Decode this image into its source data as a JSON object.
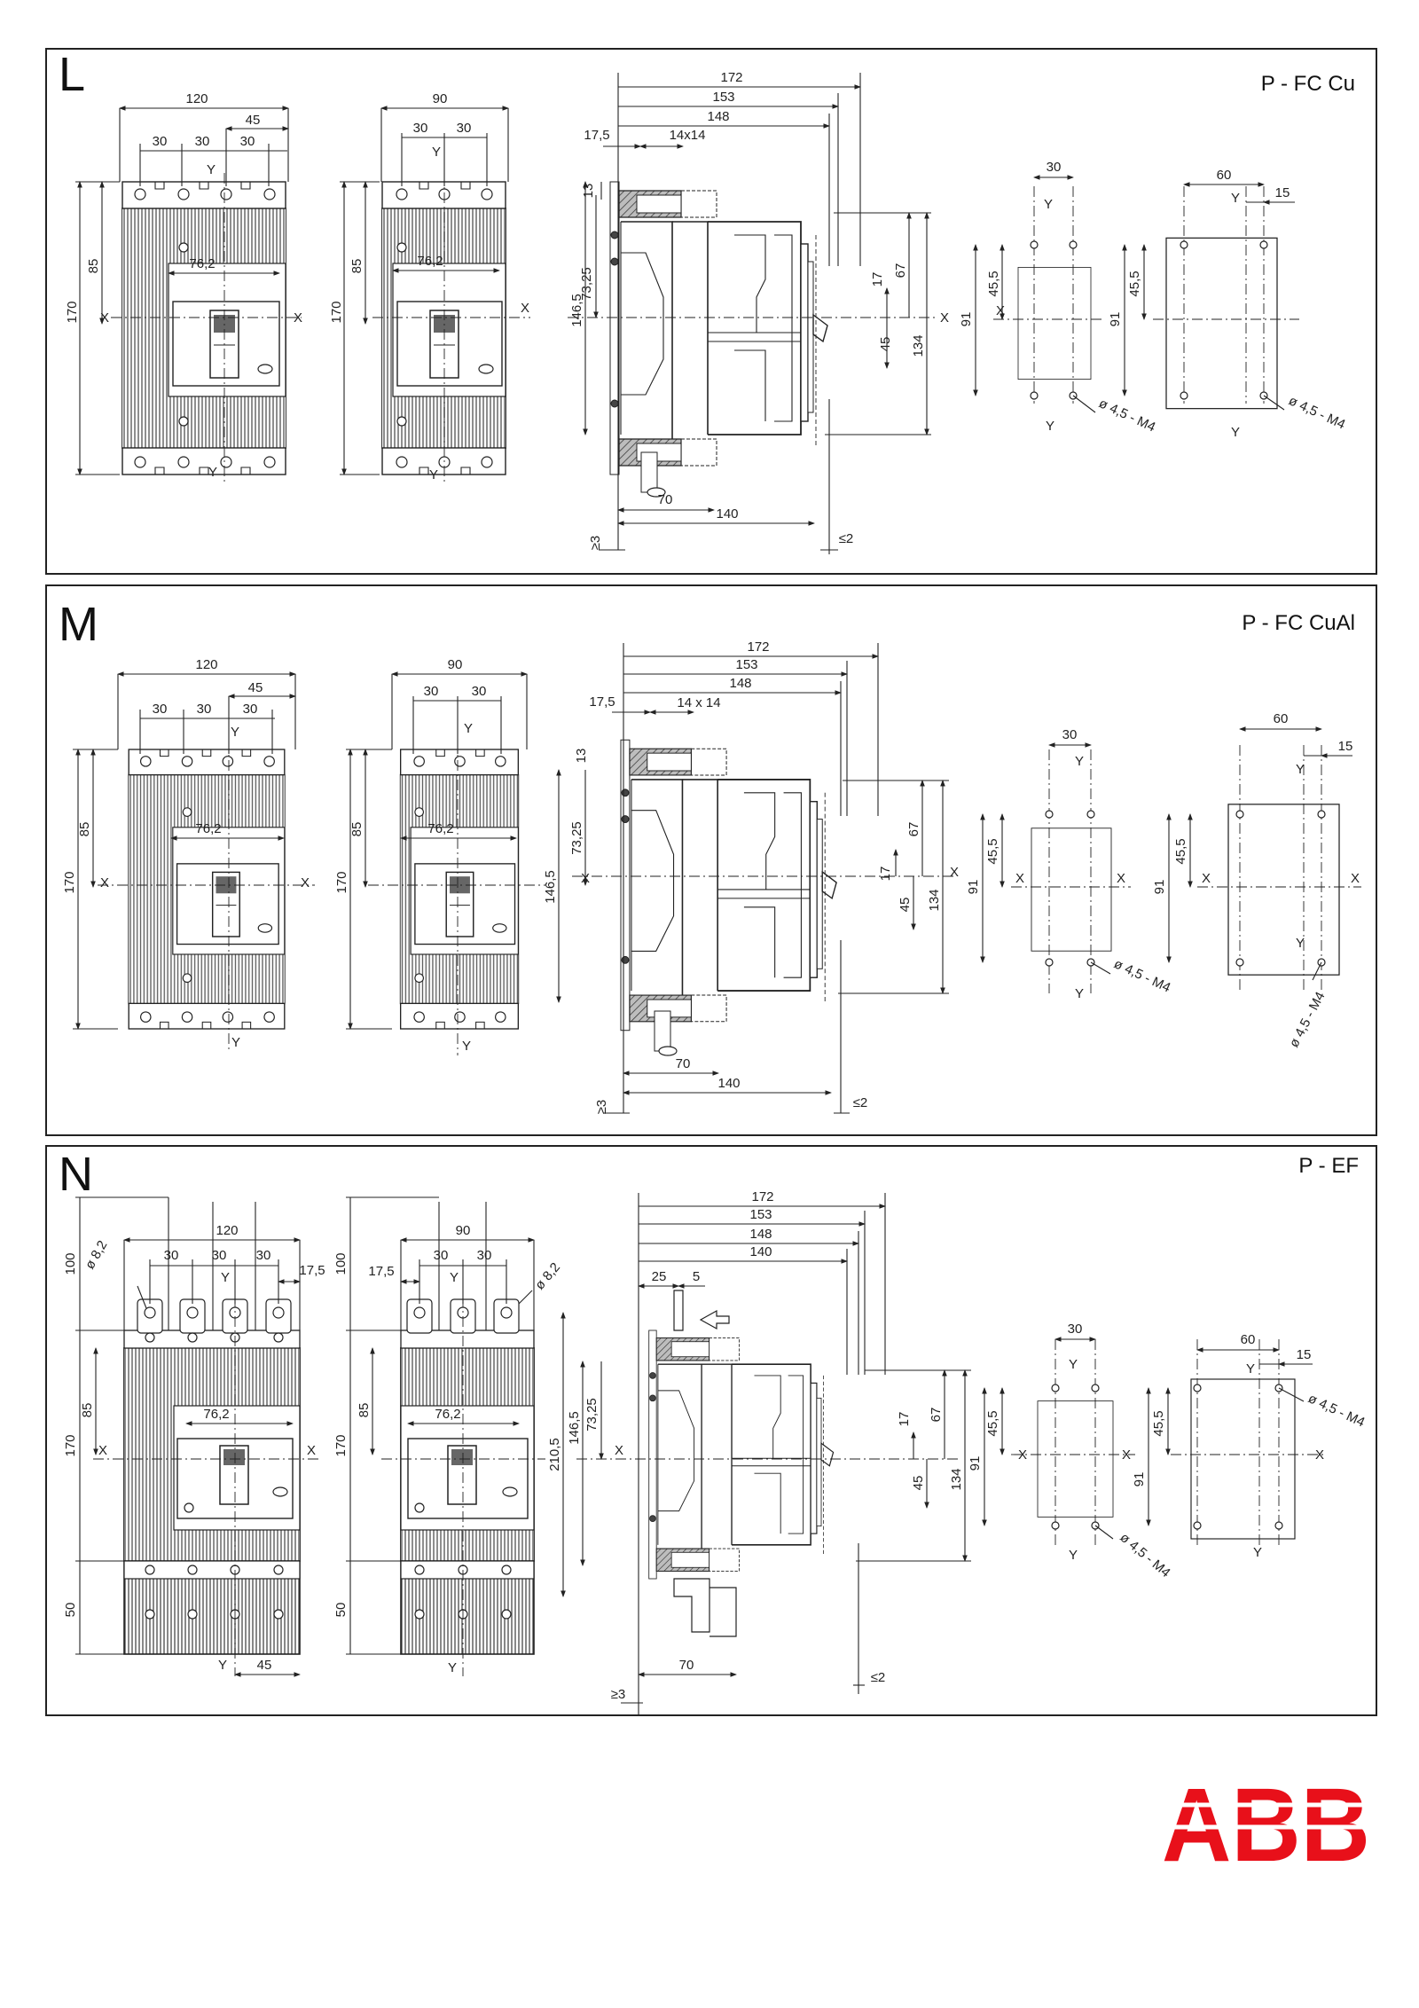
{
  "panels": [
    {
      "letter": "L",
      "title": "P - FC Cu",
      "front4": {
        "w": "120",
        "p1": "30",
        "p2": "30",
        "p3": "30",
        "p4": "45",
        "h": "170",
        "h2": "85",
        "win": "76,2",
        "x": "X",
        "y": "Y"
      },
      "front3": {
        "w": "90",
        "p1": "30",
        "p2": "30",
        "h": "170",
        "h2": "85",
        "win": "76,2",
        "x": "X",
        "y": "Y"
      },
      "side": {
        "d1": "172",
        "d2": "153",
        "d3": "148",
        "d4": "17,5",
        "d5": "14x14",
        "v1": "13",
        "v2": "73,25",
        "v3": "146,5",
        "v4": "17",
        "v5": "67",
        "v6": "45",
        "v7": "134",
        "b1": "70",
        "b2": "140",
        "b3": "≥3",
        "b4": "≤2",
        "x": "X"
      },
      "drill3": {
        "w": "30",
        "v1": "45,5",
        "v2": "91",
        "hole": "ø 4,5 - M4",
        "x": "X",
        "y": "Y"
      },
      "drill4": {
        "w": "60",
        "w2": "15",
        "v1": "45,5",
        "v2": "91",
        "hole": "ø 4,5 - M4",
        "y": "Y"
      }
    },
    {
      "letter": "M",
      "title": "P - FC CuAl",
      "front4": {
        "w": "120",
        "p1": "30",
        "p2": "30",
        "p3": "30",
        "p4": "45",
        "h": "170",
        "h2": "85",
        "win": "76,2",
        "x": "X",
        "y": "Y"
      },
      "front3": {
        "w": "90",
        "p1": "30",
        "p2": "30",
        "h": "170",
        "h2": "85",
        "win": "76,2",
        "x": "X",
        "y": "Y"
      },
      "side": {
        "d1": "172",
        "d2": "153",
        "d3": "148",
        "d4": "17,5",
        "d5": "14 x 14",
        "v1": "13",
        "v2": "73,25",
        "v3": "146,5",
        "v4": "17",
        "v5": "67",
        "v6": "45",
        "v7": "134",
        "b1": "70",
        "b2": "140",
        "b3": "≥3",
        "b4": "≤2",
        "x": "X"
      },
      "drill3": {
        "w": "30",
        "v1": "45,5",
        "v2": "91",
        "hole": "ø 4,5 - M4",
        "x": "X",
        "y": "Y"
      },
      "drill4": {
        "w": "60",
        "w2": "15",
        "v1": "45,5",
        "v2": "91",
        "hole": "ø 4,5 - M4",
        "x": "X",
        "y": "Y"
      }
    },
    {
      "letter": "N",
      "title": "P - EF",
      "front4": {
        "w": "120",
        "p1": "30",
        "p2": "30",
        "p3": "30",
        "p4": "17,5",
        "top": "100",
        "hole": "ø 8,2",
        "h": "170",
        "h2": "85",
        "win": "76,2",
        "bot": "50",
        "b45": "45",
        "x": "X",
        "y": "Y"
      },
      "front3": {
        "w": "90",
        "p1": "30",
        "p2": "30",
        "p0": "17,5",
        "top": "100",
        "hole": "ø 8,2",
        "h": "170",
        "h2": "85",
        "win": "76,2",
        "bot": "50",
        "x": "X",
        "y": "Y"
      },
      "side": {
        "d1": "172",
        "d2": "153",
        "d3": "148",
        "d4": "140",
        "d5": "25",
        "d6": "5",
        "v1": "146,5",
        "v2": "73,25",
        "v3": "210,5",
        "v4": "17",
        "v5": "67",
        "v6": "45",
        "v7": "134",
        "b1": "70",
        "b3": "≥3",
        "b4": "≤2",
        "x": "X"
      },
      "drill3": {
        "w": "30",
        "v1": "45,5",
        "v2": "91",
        "hole": "ø 4,5 - M4",
        "x": "X",
        "y": "Y"
      },
      "drill4": {
        "w": "60",
        "w2": "15",
        "v1": "45,5",
        "v2": "91",
        "hole": "ø 4,5 - M4",
        "x": "X",
        "y": "Y"
      }
    }
  ],
  "logo": {
    "text": "ABB",
    "color": "#e8101a"
  }
}
